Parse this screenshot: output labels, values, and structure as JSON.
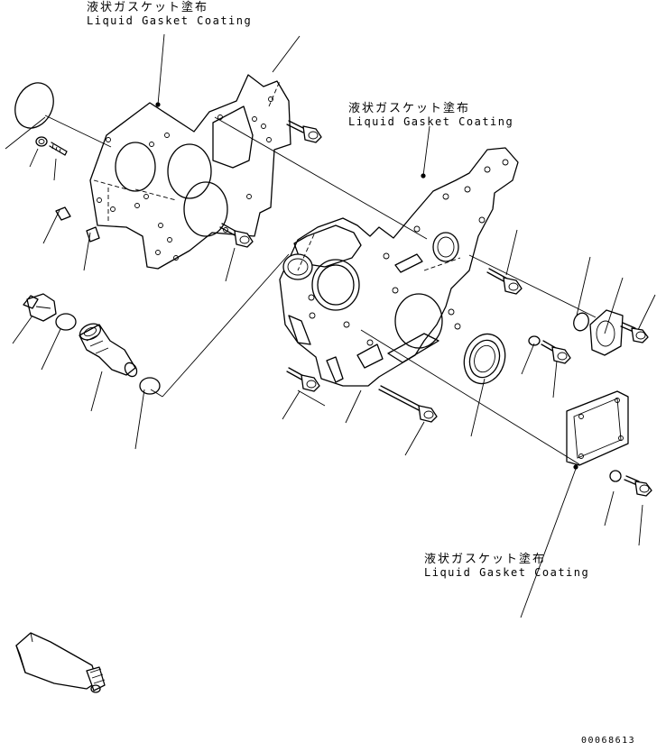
{
  "callouts": [
    {
      "jp": "液状ガスケット塗布",
      "en": "Liquid Gasket Coating"
    },
    {
      "jp": "液状ガスケット塗布",
      "en": "Liquid Gasket Coating"
    },
    {
      "jp": "液状ガスケット塗布",
      "en": "Liquid Gasket Coating"
    }
  ],
  "reference_number": "00068613"
}
